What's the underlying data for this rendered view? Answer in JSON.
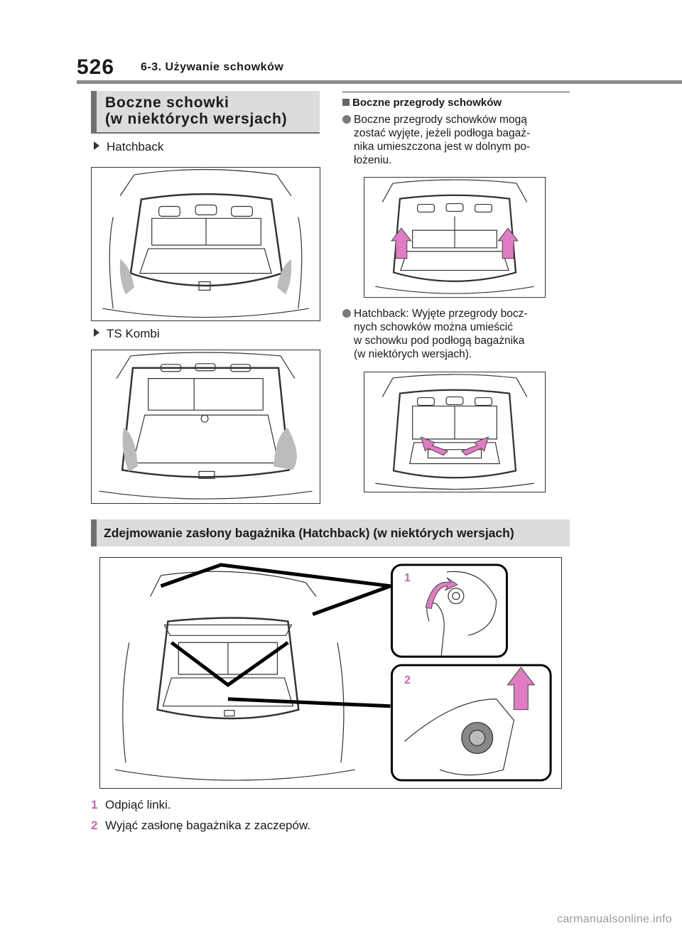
{
  "header": {
    "page_number": "526",
    "chapter_title": "6-3. Używanie schowków"
  },
  "left": {
    "section_title_line1": "Boczne schowki",
    "section_title_line2": "(w niektórych wersjach)",
    "hatchback_label": "Hatchback",
    "kombi_label": "TS Kombi"
  },
  "right": {
    "subheading": "Boczne przegrody schowków",
    "para1_lines": [
      "Boczne przegrody schowków mogą",
      "zostać wyjęte, jeżeli podłoga bagaż-",
      "nika umieszczona jest w dolnym po-",
      "łożeniu."
    ],
    "para2_lines": [
      "Hatchback: Wyjęte przegrody bocz-",
      "nych schowków można umieścić",
      "w schowku pod podłogą bagażnika",
      "(w niektórych wersjach)."
    ]
  },
  "bottom": {
    "section_title": "Zdejmowanie zasłony bagażnika (Hatchback) (w niektórych wersjach)",
    "callout_1": "1",
    "callout_2": "2",
    "steps": [
      {
        "num": "1",
        "text": "Odpiąć linki."
      },
      {
        "num": "2",
        "text": "Wyjąć zasłonę bagażnika z zaczepów."
      }
    ]
  },
  "footer": {
    "watermark": "carmanualsonline.info"
  },
  "colors": {
    "accent_pink": "#d95fb7",
    "section_bg": "#dcdcdc",
    "section_bar": "#707070"
  }
}
